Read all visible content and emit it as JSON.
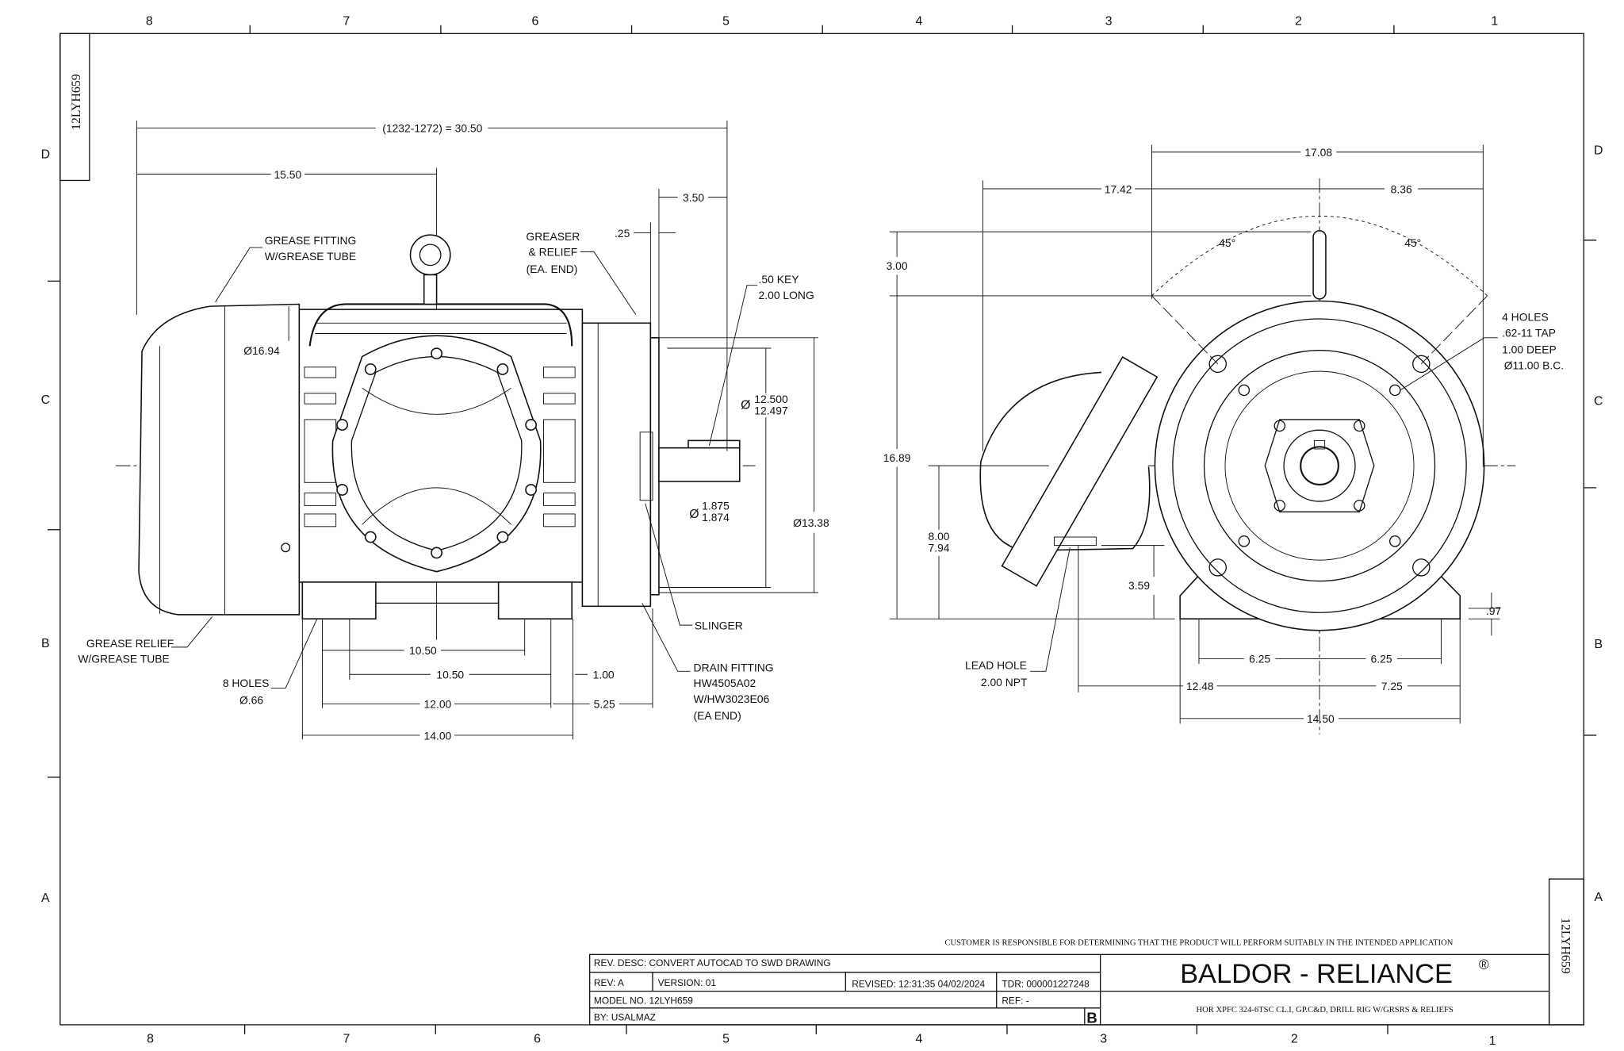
{
  "drawing": {
    "zones_top": [
      "8",
      "7",
      "6",
      "5",
      "4",
      "3",
      "2",
      "1"
    ],
    "zones_side": [
      "D",
      "C",
      "B",
      "A"
    ],
    "side_label": "12LYH659"
  },
  "side_view": {
    "dim_overall": "(1232-1272) = 30.50",
    "dim_15_50": "15.50",
    "dim_3_50": "3.50",
    "dim_0_25": ".25",
    "dim_fan_dia": "Ø16.94",
    "dim_shaft_pilot_a": "12.500",
    "dim_shaft_pilot_b": "12.497",
    "dim_shaft_a": "1.875",
    "dim_shaft_b": "1.874",
    "dim_13_38": "Ø13.38",
    "dia_symbol": "Ø",
    "dim_10_50_a": "10.50",
    "dim_10_50_b": "10.50",
    "dim_1_00": "1.00",
    "dim_12_00": "12.00",
    "dim_5_25": "5.25",
    "dim_14_00": "14.00",
    "callouts": {
      "grease_fitting": [
        "GREASE FITTING",
        "W/GREASE TUBE"
      ],
      "greaser_relief": [
        "GREASER",
        "& RELIEF",
        "(EA. END)"
      ],
      "key": [
        ".50 KEY",
        "2.00 LONG"
      ],
      "slinger": "SLINGER",
      "drain_fitting": [
        "DRAIN FITTING",
        "HW4505A02",
        "W/HW3023E06",
        "(EA END)"
      ],
      "grease_relief": [
        "GREASE RELIEF",
        "W/GREASE TUBE"
      ],
      "holes": [
        "8 HOLES",
        "Ø.66"
      ]
    }
  },
  "end_view": {
    "dim_17_08": "17.08",
    "dim_17_42": "17.42",
    "dim_8_36": "8.36",
    "dim_3_00": "3.00",
    "dim_16_89": "16.89",
    "dim_8_00": "8.00",
    "dim_7_94": "7.94",
    "dim_3_59": "3.59",
    "dim_0_97": ".97",
    "dim_6_25_a": "6.25",
    "dim_6_25_b": "6.25",
    "dim_12_48": "12.48",
    "dim_7_25": "7.25",
    "dim_14_50": "14.50",
    "angle_left": "45°",
    "angle_right": "45°",
    "callouts": {
      "holes": [
        "4 HOLES",
        ".62-11 TAP",
        "1.00 DEEP",
        "Ø11.00 B.C."
      ],
      "lead_hole": [
        "LEAD HOLE",
        "2.00 NPT"
      ]
    }
  },
  "title_block": {
    "disclaimer": "CUSTOMER IS RESPONSIBLE FOR DETERMINING THAT THE PRODUCT WILL PERFORM SUITABLY IN THE INTENDED APPLICATION",
    "rev_desc": "REV. DESC: CONVERT AUTOCAD TO SWD DRAWING",
    "rev": "REV:  A",
    "version": "VERSION:  01",
    "revised": "REVISED:  12:31:35 04/02/2024",
    "tdr": "TDR: 000001227248",
    "model_no": "MODEL NO.  12LYH659",
    "ref": "REF:  -",
    "by": "BY: USALMAZ",
    "size": "B",
    "brand": "BALDOR - RELIANCE",
    "brand_mark": "®",
    "description": "HOR XPFC 324-6TSC CL.I, GP.C&D, DRILL RIG W/GRSRS & RELIEFS"
  }
}
